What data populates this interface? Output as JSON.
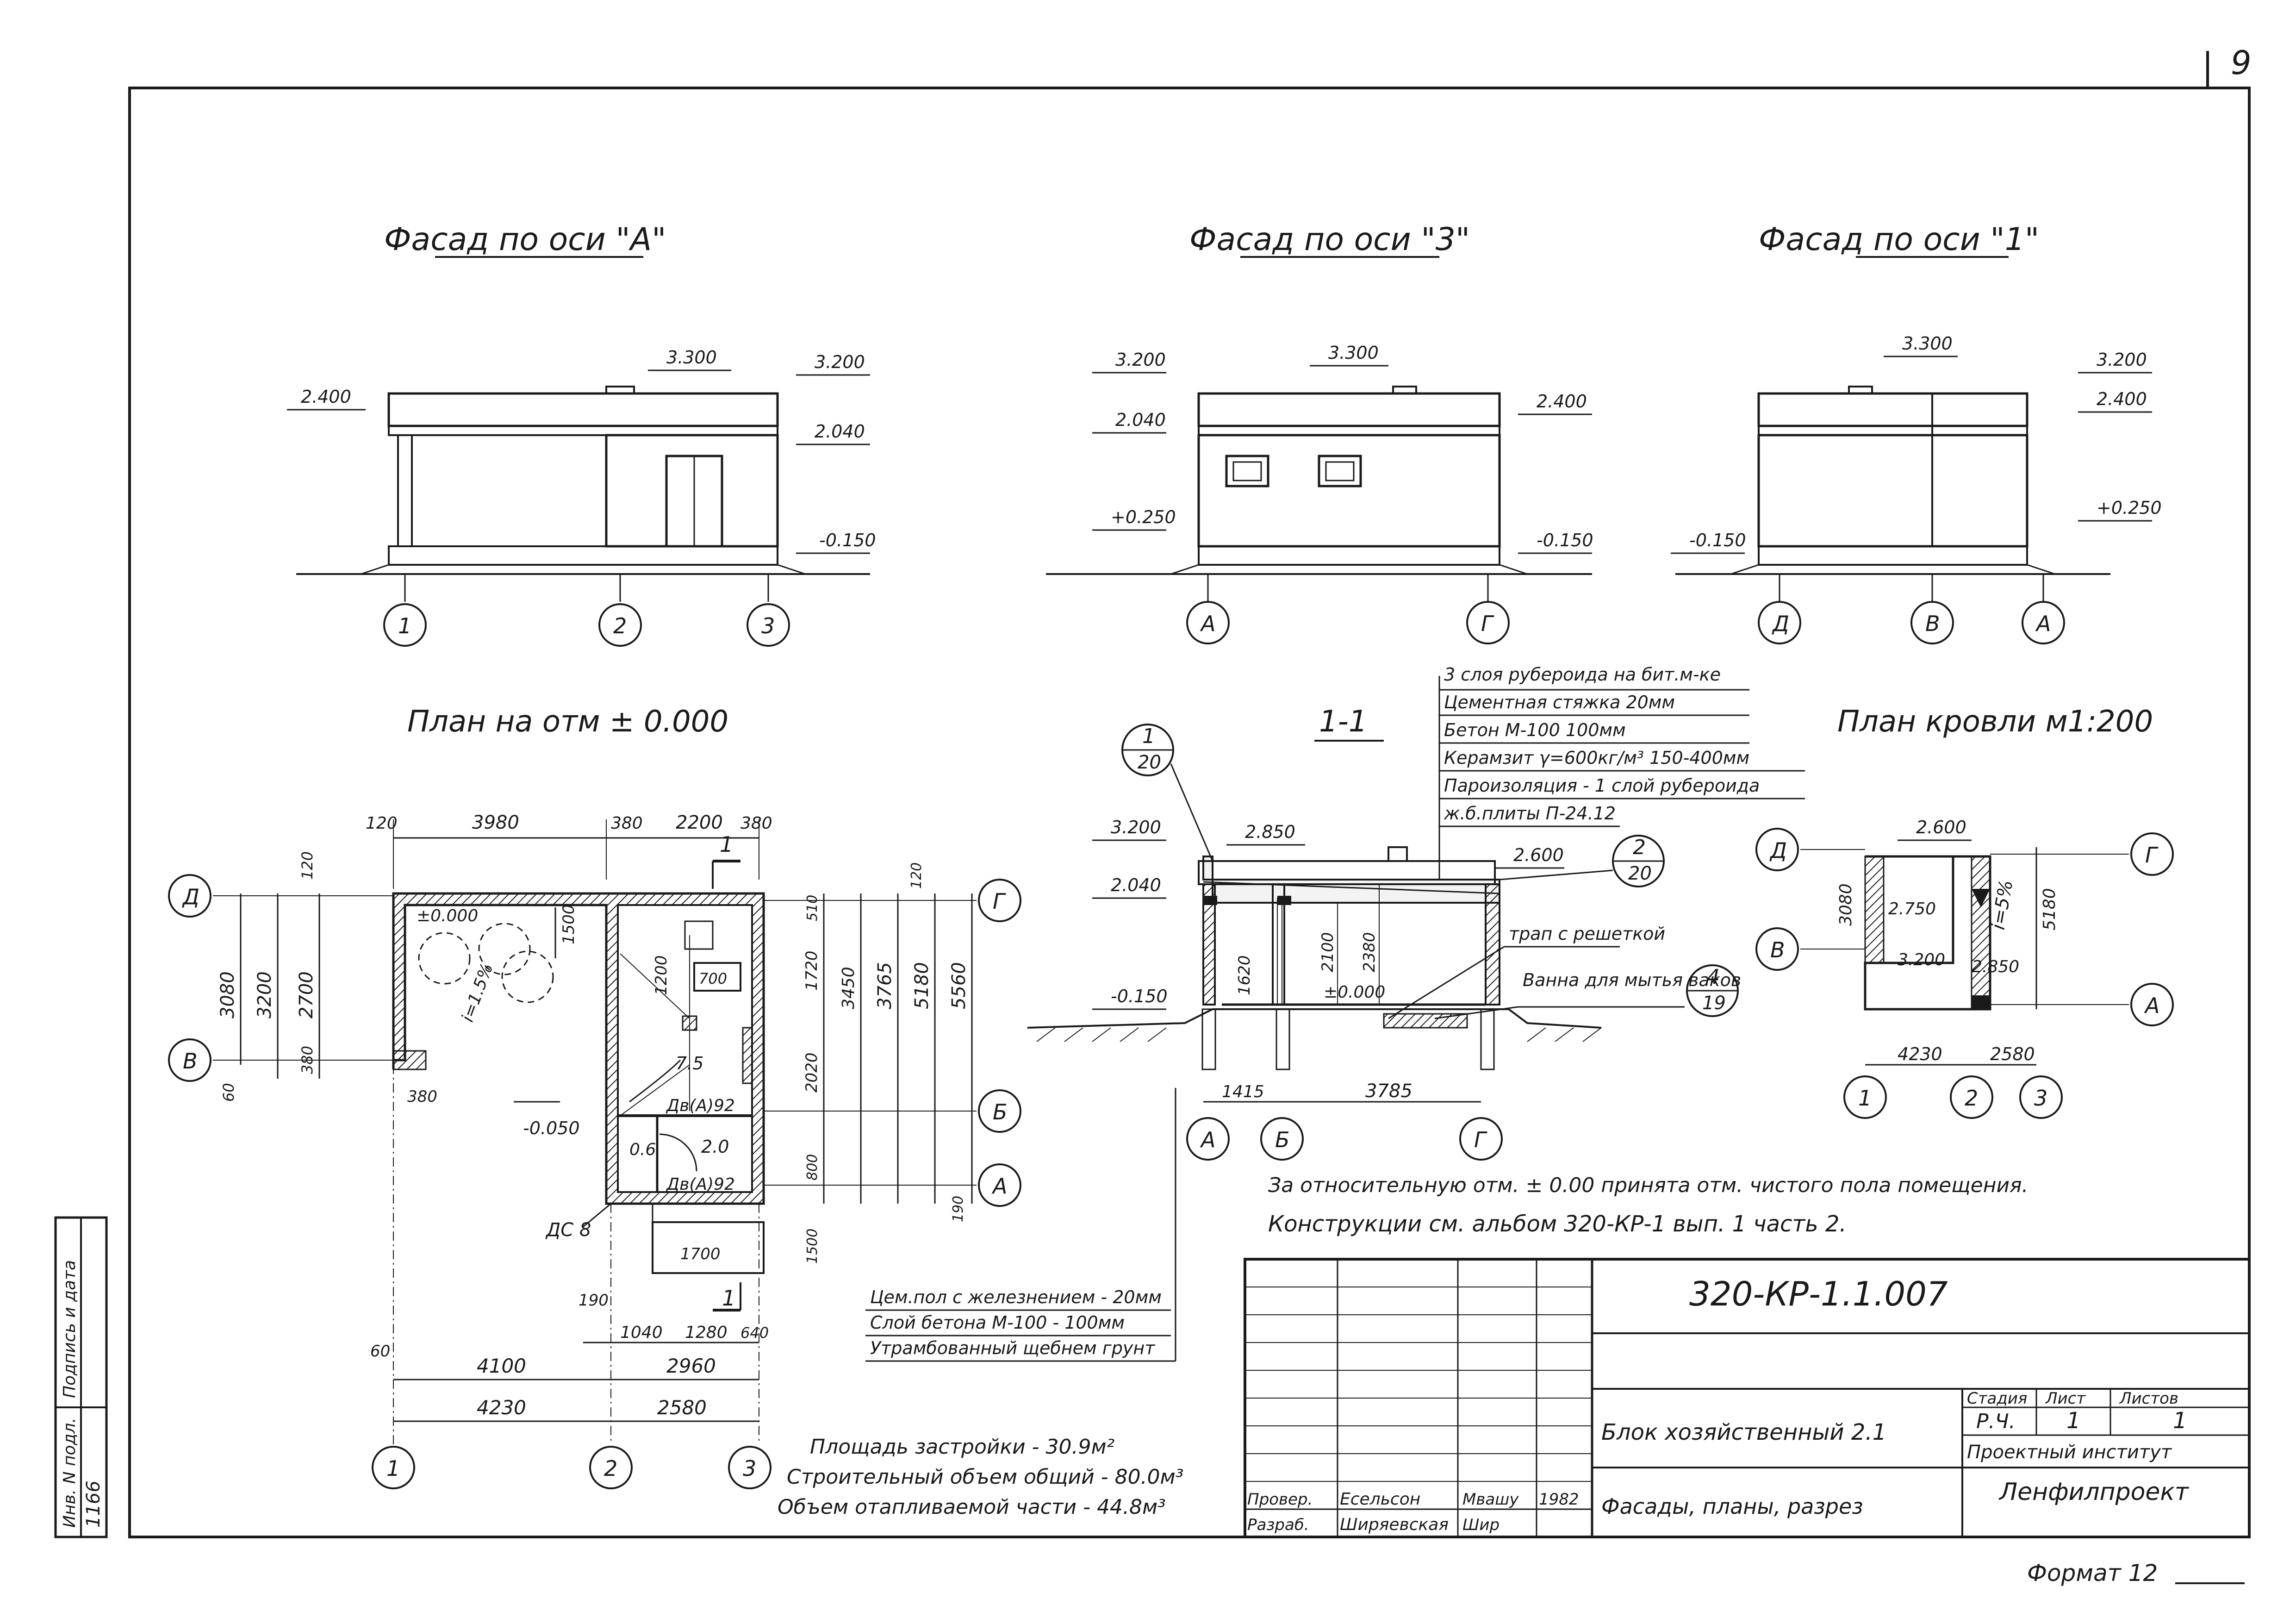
{
  "sheet": {
    "page_number": "9",
    "format": "Формат 12"
  },
  "facades": {
    "facade_a": {
      "title": "Фасад по оси \"А\"",
      "levels": [
        "3.300",
        "3.200",
        "2.400",
        "2.040",
        "-0.150"
      ],
      "axes": [
        "1",
        "2",
        "3"
      ]
    },
    "facade_3": {
      "title": "Фасад по оси \"3\"",
      "levels": [
        "3.200",
        "3.300",
        "2.040",
        "2.400",
        "+0.250",
        "-0.150"
      ],
      "axes": [
        "А",
        "Г"
      ]
    },
    "facade_1": {
      "title": "Фасад по оси \"1\"",
      "levels": [
        "3.300",
        "3.200",
        "2.400",
        "+0.250",
        "-0.150"
      ],
      "axes": [
        "Д",
        "В",
        "А"
      ]
    }
  },
  "plan": {
    "title": "План на отм ± 0.000",
    "dims_top": [
      "120",
      "3980",
      "380",
      "2200",
      "380"
    ],
    "dims_bottom_1": [
      "4100",
      "2960"
    ],
    "dims_bottom_2": [
      "4230",
      "2580"
    ],
    "dims_door": [
      "190",
      "1040",
      "1280",
      "640",
      "60"
    ],
    "dims_left": [
      "3080",
      "3200",
      "2700",
      "380",
      "60",
      "120"
    ],
    "dims_right": [
      "510",
      "1720",
      "2020",
      "800",
      "1500",
      "3450",
      "3765",
      "5180",
      "5560",
      "120",
      "190"
    ],
    "labels": [
      "±0.000",
      "-0.050",
      "i=1.5%",
      "1500",
      "1200",
      "700",
      "7.5",
      "2.0",
      "0.6",
      "Дв(А)92",
      "Дв(А)92",
      "ДС 8",
      "1700",
      "380",
      "1"
    ],
    "axes_left": [
      "Д",
      "В"
    ],
    "axes_right": [
      "Г",
      "Б",
      "А"
    ],
    "axes_bottom": [
      "1",
      "2",
      "3"
    ],
    "floor_notes": [
      "Цем.пол с железнением - 20мм",
      "Слой бетона М-100 - 100мм",
      "Утрамбованный щебнем грунт"
    ],
    "area_notes": [
      "Площадь застройки - 30.9м²",
      "Строительный объем общий - 80.0м³",
      "Объем отапливаемой части - 44.8м³"
    ]
  },
  "section": {
    "title": "1-1",
    "layers": [
      "3 слоя рубероида на бит.м-ке",
      "Цементная стяжка 20мм",
      "Бетон М-100 100мм",
      "Керамзит γ=600кг/м³ 150-400мм",
      "Пароизоляция - 1 слой рубероида",
      "ж.б.плиты П-24.12"
    ],
    "levels": [
      "3.200",
      "2.850",
      "2.600",
      "2.040",
      "-0.150",
      "±0.000"
    ],
    "dims": [
      "2100",
      "2380",
      "1620",
      "1415",
      "3785"
    ],
    "callouts": [
      {
        "top": "1",
        "bottom": "20"
      },
      {
        "top": "2",
        "bottom": "20"
      },
      {
        "top": "4",
        "bottom": "19"
      }
    ],
    "notes": [
      "трап с решеткой",
      "Ванна для мытья ваков"
    ],
    "axes": [
      "А",
      "Б",
      "Г"
    ]
  },
  "roof": {
    "title": "План кровли м1:200",
    "labels": [
      "2.600",
      "3080",
      "2.750",
      "3.200",
      "2.850",
      "i=5%",
      "5180"
    ],
    "dims": [
      "4230",
      "2580"
    ],
    "axes_left": [
      "Д",
      "В"
    ],
    "axes_right": [
      "Г",
      "А"
    ],
    "axes_bottom": [
      "1",
      "2",
      "3"
    ]
  },
  "general_notes": [
    "За относительную отм. ± 0.00 принята отм. чистого пола помещения.",
    "Конструкции см. альбом 320-КР-1 вып. 1 часть 2."
  ],
  "title_block": {
    "code": "320-КР-1.1.007",
    "object": "Блок хозяйственный 2.1",
    "content": "Фасады, планы, разрез",
    "stage_label": "Стадия",
    "sheet_label": "Лист",
    "sheets_label": "Листов",
    "stage": "Р.Ч.",
    "sheet": "1",
    "sheets": "1",
    "institute": "Проектный институт",
    "institute_name": "Ленфилпроект",
    "rows": [
      {
        "role": "Провер.",
        "name": "Есельсон",
        "sign": "Мвашу",
        "date": "1982"
      },
      {
        "role": "Разраб.",
        "name": "Ширяевская",
        "sign": "Шир",
        "date": ""
      }
    ]
  },
  "side_stamp": {
    "inv_label": "Инв. N подл.",
    "sign_label": "Подпись и дата",
    "inv_value": "1166"
  }
}
